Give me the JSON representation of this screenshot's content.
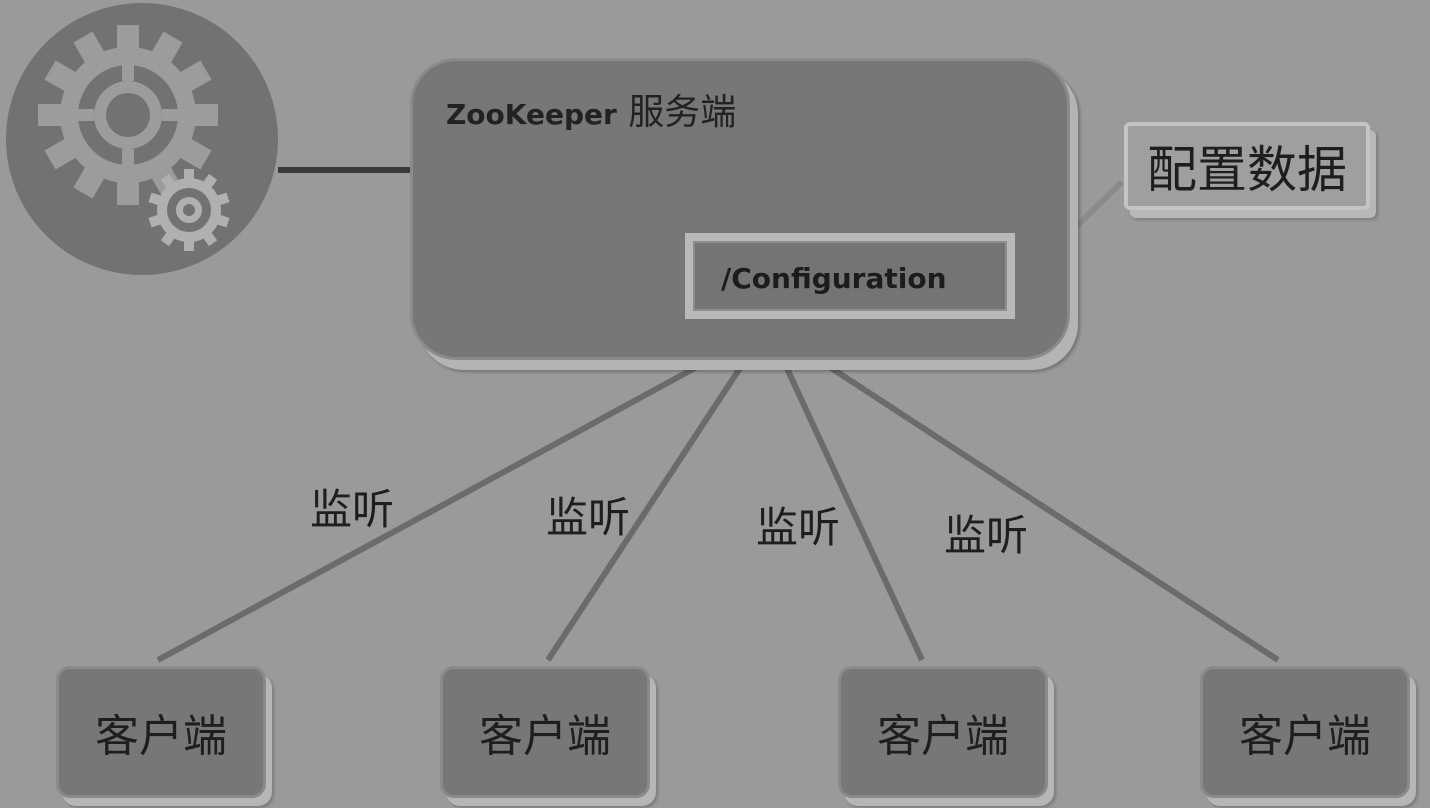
{
  "server": {
    "title_latin": "ZooKeeper",
    "title_cn": "服务端",
    "config_node": "/Configuration"
  },
  "config_data": {
    "label": "配置数据"
  },
  "clients": [
    {
      "label": "客户端"
    },
    {
      "label": "客户端"
    },
    {
      "label": "客户端"
    },
    {
      "label": "客户端"
    }
  ],
  "edges": [
    {
      "label": "监听"
    },
    {
      "label": "监听"
    },
    {
      "label": "监听"
    },
    {
      "label": "监听"
    }
  ],
  "icons": {
    "gear": "gears-icon"
  },
  "colors": {
    "background": "#9a9a9a",
    "box_fill": "#777777",
    "line": "#6b6b6b",
    "text": "#1e1e1e"
  }
}
